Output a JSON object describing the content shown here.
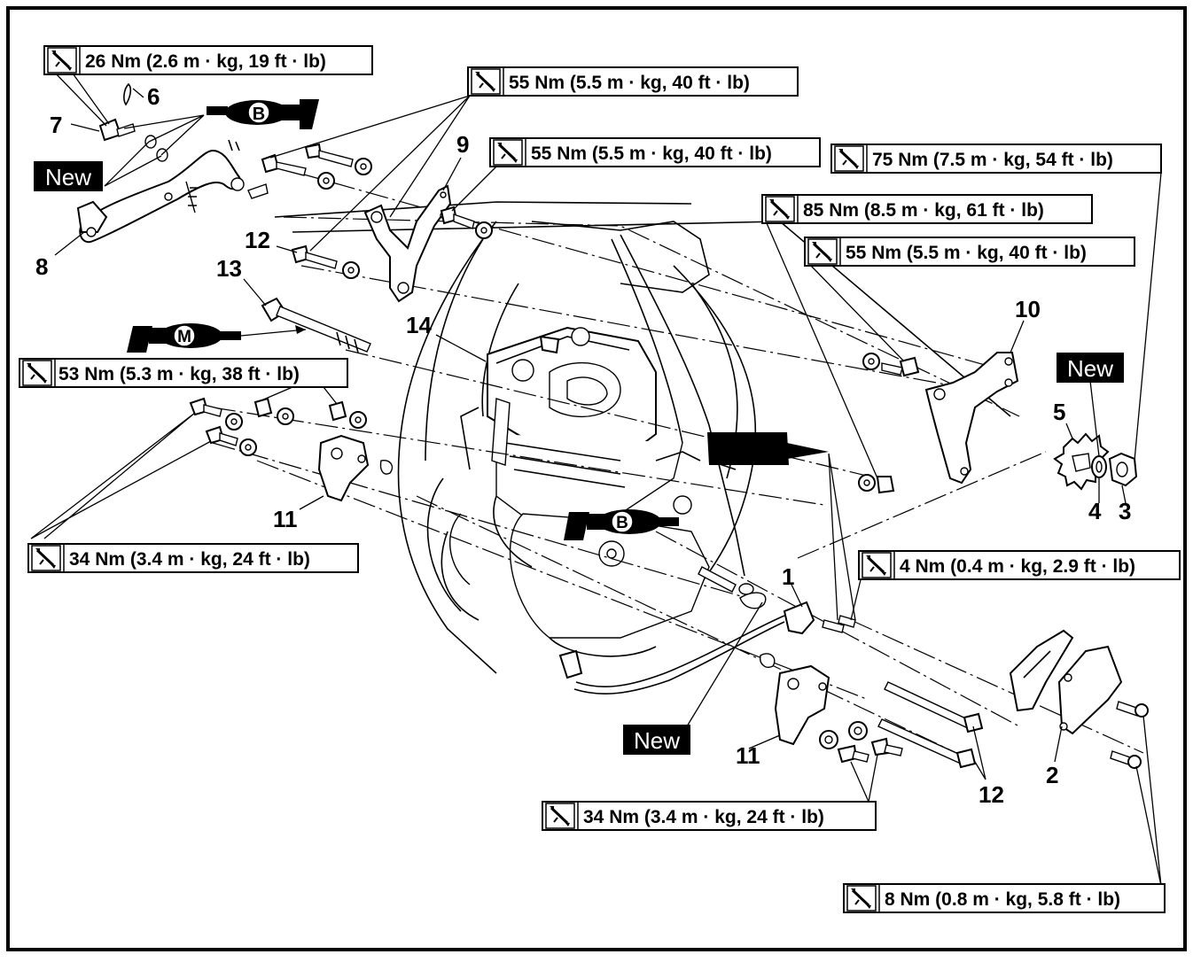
{
  "torque_specs": [
    {
      "id": "t7",
      "label": "26 Nm (2.6 m · kg, 19 ft · lb)"
    },
    {
      "id": "t12a",
      "label": "55 Nm (5.5 m · kg, 40 ft · lb)"
    },
    {
      "id": "t9",
      "label": "55 Nm (5.5 m · kg, 40 ft · lb)"
    },
    {
      "id": "t3",
      "label": "75 Nm (7.5 m · kg, 54 ft · lb)"
    },
    {
      "id": "t85",
      "label": "85 Nm (8.5 m · kg, 61 ft · lb)"
    },
    {
      "id": "t10",
      "label": "55 Nm (5.5 m · kg, 40 ft · lb)"
    },
    {
      "id": "t13",
      "label": "53 Nm (5.3 m · kg, 38 ft · lb)"
    },
    {
      "id": "t11a",
      "label": "34 Nm (3.4 m · kg, 24 ft · lb)"
    },
    {
      "id": "t1",
      "label": "4 Nm (0.4 m · kg, 2.9 ft · lb)"
    },
    {
      "id": "t11b",
      "label": "34 Nm (3.4 m · kg, 24 ft · lb)"
    },
    {
      "id": "t2",
      "label": "8 Nm (0.8 m · kg, 5.8 ft · lb)"
    }
  ],
  "callouts": {
    "c1": "1",
    "c2": "2",
    "c3": "3",
    "c4": "4",
    "c5": "5",
    "c6": "6",
    "c7": "7",
    "c8": "8",
    "c9": "9",
    "c10": "10",
    "c11a": "11",
    "c11b": "11",
    "c12a": "12",
    "c12b": "12",
    "c13": "13",
    "c14": "14"
  },
  "new_labels": [
    "New",
    "New",
    "New"
  ],
  "grease_symbols": {
    "b_upper": "B",
    "m_grease": "M",
    "b_lower": "B"
  },
  "icons": {
    "torque": "torque-wrench-icon",
    "grease": "grease-gun-icon",
    "sealant": "sealant-tube-icon"
  }
}
